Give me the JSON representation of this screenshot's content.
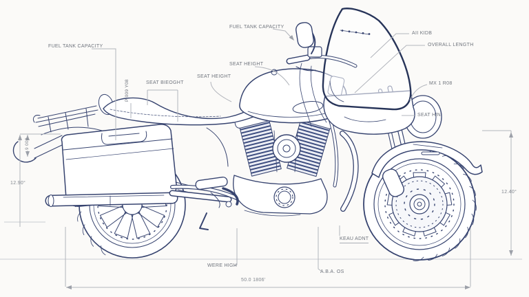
{
  "title": "Motorcycle technical blueprint",
  "colors": {
    "paper": "#fbfaf8",
    "line_art": "#36436f",
    "line_art_dark": "#25335e",
    "dimension_lines": "#b2b5bc",
    "label_text": "#6f747d",
    "dimension_text": "#81868e"
  },
  "labels": {
    "fuel_left": "FUEL TANK CAPACITY",
    "fuel_top": "FUEL TANK CAPACITY",
    "seat_height_upper": "SEAT HEIGHT",
    "seat_height_mid": "SEAT HEIGHT",
    "seat_height_rear": "SEAT BIEOGHT",
    "tank_vertical": "P 009 Y08",
    "axle_right": "AII KIDB",
    "overall_length": "OVERALL LENGTH",
    "fairing_right": "MX 1 R08",
    "seat_front": "SEAT HIN",
    "rear_small_dim": "9 008",
    "rear_angle": "12.90°",
    "front_angle": "12.40°",
    "bottom_left": "WERE HIGH",
    "bottom_right": "A.B.A. OS",
    "ground_clearance": "KEAU ADNT",
    "wheelbase": "50.0 1806'"
  }
}
